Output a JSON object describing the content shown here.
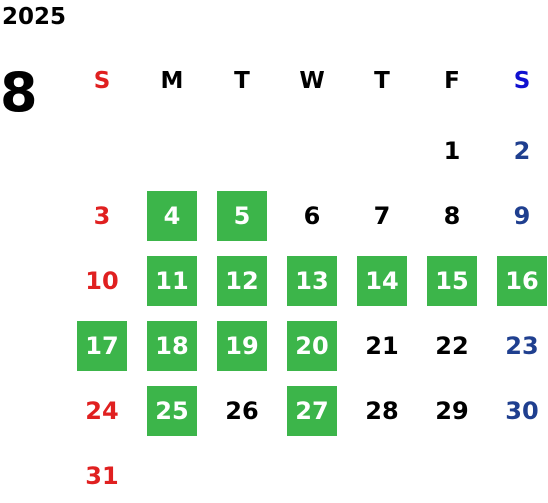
{
  "calendar": {
    "year": "2025",
    "month": "8",
    "weekdays": [
      "S",
      "M",
      "T",
      "W",
      "T",
      "F",
      "S"
    ],
    "colors": {
      "sunday_header": "#e02020",
      "saturday_header": "#1010d0",
      "sunday_day": "#e02020",
      "saturday_day": "#1f3f8f",
      "weekday": "#000000",
      "highlight_bg": "#3cb54a",
      "highlight_text": "#ffffff"
    },
    "first_weekday_index": 5,
    "days": [
      {
        "label": "1",
        "highlighted": false
      },
      {
        "label": "2",
        "highlighted": false
      },
      {
        "label": "3",
        "highlighted": false
      },
      {
        "label": "4",
        "highlighted": true
      },
      {
        "label": "5",
        "highlighted": true
      },
      {
        "label": "6",
        "highlighted": false
      },
      {
        "label": "7",
        "highlighted": false
      },
      {
        "label": "8",
        "highlighted": false
      },
      {
        "label": "9",
        "highlighted": false
      },
      {
        "label": "10",
        "highlighted": false
      },
      {
        "label": "11",
        "highlighted": true
      },
      {
        "label": "12",
        "highlighted": true
      },
      {
        "label": "13",
        "highlighted": true
      },
      {
        "label": "14",
        "highlighted": true
      },
      {
        "label": "15",
        "highlighted": true
      },
      {
        "label": "16",
        "highlighted": true
      },
      {
        "label": "17",
        "highlighted": true
      },
      {
        "label": "18",
        "highlighted": true
      },
      {
        "label": "19",
        "highlighted": true
      },
      {
        "label": "20",
        "highlighted": true
      },
      {
        "label": "21",
        "highlighted": false
      },
      {
        "label": "22",
        "highlighted": false
      },
      {
        "label": "23",
        "highlighted": false
      },
      {
        "label": "24",
        "highlighted": false
      },
      {
        "label": "25",
        "highlighted": true
      },
      {
        "label": "26",
        "highlighted": false
      },
      {
        "label": "27",
        "highlighted": true
      },
      {
        "label": "28",
        "highlighted": false
      },
      {
        "label": "29",
        "highlighted": false
      },
      {
        "label": "30",
        "highlighted": false
      },
      {
        "label": "31",
        "highlighted": false
      }
    ]
  }
}
